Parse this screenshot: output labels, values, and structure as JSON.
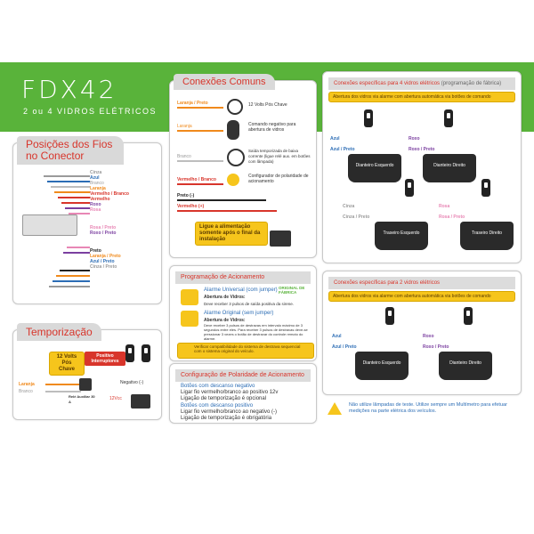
{
  "header": {
    "logo": "FDX42",
    "subtitle": "2 ou 4 VIDROS ELÉTRICOS"
  },
  "posicoes": {
    "title": "Posições dos Fios no Conector",
    "wires": [
      {
        "name": "Cinza",
        "color": "#9a9a9a"
      },
      {
        "name": "Azul",
        "color": "#2c6db5"
      },
      {
        "name": "Branco",
        "color": "#bdbdbd"
      },
      {
        "name": "Laranja",
        "color": "#f08a1c"
      },
      {
        "name": "Vermelho / Branco",
        "color": "#d8352b"
      },
      {
        "name": "Vermelho",
        "color": "#d8352b"
      },
      {
        "name": "Roxo",
        "color": "#7b3fa0"
      },
      {
        "name": "Rosa",
        "color": "#e887b5"
      },
      {
        "name": "Rosa / Preto",
        "color": "#e887b5"
      },
      {
        "name": "Roxo / Preto",
        "color": "#7b3fa0"
      },
      {
        "name": "Preto",
        "color": "#222222"
      },
      {
        "name": "Laranja / Preto",
        "color": "#f08a1c"
      },
      {
        "name": "Azul / Preto",
        "color": "#2c6db5"
      },
      {
        "name": "Cinza / Preto",
        "color": "#9a9a9a"
      }
    ]
  },
  "temporizacao": {
    "title": "Temporização",
    "box1": "12 Volts Pós Chave",
    "box2": "Positivo Interruptores",
    "laranja": "Laranja",
    "branco": "Branco",
    "relay": "Relé Auxiliar 30 A",
    "negativo": "Negativo (-)",
    "dez": "12Vcc"
  },
  "conexoes": {
    "title": "Conexões Comuns",
    "items": [
      {
        "wire": "Laranja / Preto",
        "desc": "12 Volts Pós Chave"
      },
      {
        "wire": "Laranja",
        "desc": "Comando negativo para abertura de vidros"
      },
      {
        "wire": "Branco",
        "desc": "Saída temporizada de baixa corrente (ligue relé aux. em botões com lâmpada)"
      },
      {
        "wire": "Vermelho / Branco",
        "desc": "Configurador de polaridade de acionamento"
      },
      {
        "wire": "Preto (-)",
        "desc": ""
      },
      {
        "wire": "Vermelho (+)",
        "desc": ""
      }
    ],
    "note": "Ligue a alimentação somente após o final da instalação"
  },
  "programacao": {
    "title": "Programação de Acionamento",
    "universal_title": "Alarme Universal (com jumper)",
    "universal_tag": "ORIGINAL DE FÁBRICA",
    "universal_sub": "Abertura de Vidros:",
    "universal_desc": "Deve receber 3 pulsos de saída positiva da sirene.",
    "original_title": "Alarme Original (sem jumper)",
    "original_sub": "Abertura de Vidros:",
    "original_desc": "Deve receber 3 pulsos de destravas em intervalo máximo de 3 segundos entre eles. Para receber 3 pulsos de destravas deve-se pressionar 3 vezes o botão de destravar do controle remoto do alarme.",
    "warning": "Verificar compatibilidade do sistema de destrava sequencial com o sistema original do veículo."
  },
  "polaridade": {
    "title": "Configuração de Polaridade de Acionamento",
    "line1": "Botões com descanso negativo",
    "line2": "Ligar fio vermelho/branco ao positivo 12v",
    "line3": "Ligação de temporização é opcional",
    "line4": "Botões com descanso positivo",
    "line5": "Ligar fio vermelho/branco ao negativo (-)",
    "line6": "Ligação de temporização é obrigatória"
  },
  "quatro": {
    "title": "Conexões específicas para 4 vidros elétricos",
    "title_note": "(programação de fábrica)",
    "banner": "Abertura dos vidros via alarme com abertura automática via botões de comando",
    "doors": [
      {
        "name": "Dianteiro Esquerdo",
        "w1": "Azul",
        "w2": "Azul / Preto"
      },
      {
        "name": "Dianteiro Direito",
        "w1": "Roxo",
        "w2": "Roxo / Preto"
      },
      {
        "name": "Traseiro Esquerdo",
        "w1": "Cinza",
        "w2": "Cinza / Preto"
      },
      {
        "name": "Traseiro Direito",
        "w1": "Rosa",
        "w2": "Rosa / Preto"
      }
    ]
  },
  "dois": {
    "title": "Conexões específicas para 2 vidros elétricos",
    "banner": "Abertura dos vidros via alarme com abertura automática via botões de comando",
    "doors": [
      {
        "name": "Dianteiro Esquerdo",
        "w1": "Azul",
        "w2": "Azul / Preto"
      },
      {
        "name": "Dianteiro Direito",
        "w1": "Roxo",
        "w2": "Roxo / Preto"
      }
    ]
  },
  "footer_warning": "Não utilize lâmpadas de teste. Utilize sempre um Multímetro para efetuar medições na parte elétrica dos veículos."
}
